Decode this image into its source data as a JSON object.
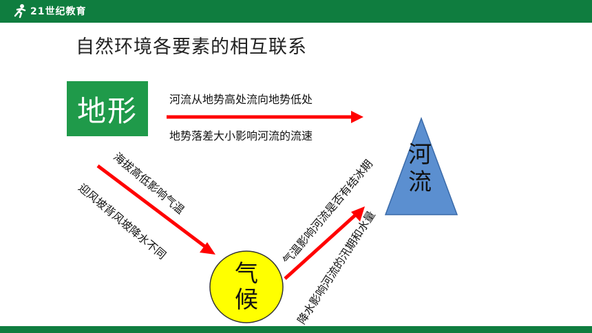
{
  "header": {
    "logo_text": "21世纪教育",
    "brand_color": "#0f7d3f"
  },
  "title": "自然环境各要素的相互联系",
  "nodes": {
    "dixing": "地形",
    "qihou": [
      "气",
      "候"
    ],
    "heliu": [
      "河",
      "流"
    ]
  },
  "labels": {
    "dixing_heliu_top": "河流从地势高处流向地势低处",
    "dixing_heliu_bottom": "地势落差大小影响河流的流速",
    "dixing_qihou_upper": "海拔高低影响气温",
    "dixing_qihou_lower": "迎风坡背风坡降水不同",
    "qihou_heliu_upper": "气温影响河流是否有结冰期",
    "qihou_heliu_lower": "降水影响河流的汛期和水量"
  },
  "colors": {
    "green_box": "#1f9a4a",
    "arrow": "#ff0000",
    "yellow_circle": "#ffff00",
    "triangle": "#5b8fd0"
  }
}
